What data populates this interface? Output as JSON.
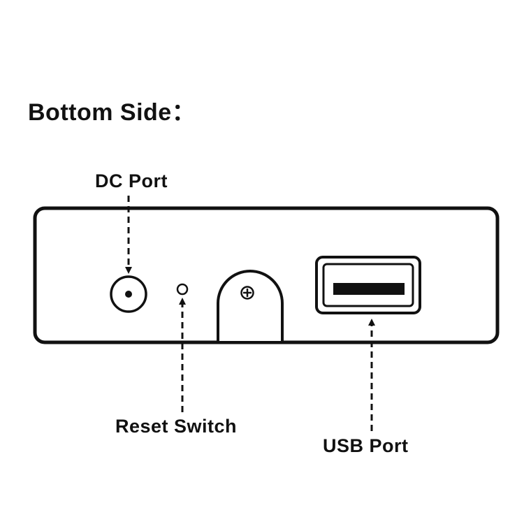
{
  "title": "Bottom Side：",
  "labels": {
    "dc_port": "DC Port",
    "reset_switch": "Reset Switch",
    "usb_port": "USB Port"
  },
  "colors": {
    "ink": "#111111",
    "background": "#ffffff"
  },
  "icons": {
    "screw": "screw-icon"
  }
}
